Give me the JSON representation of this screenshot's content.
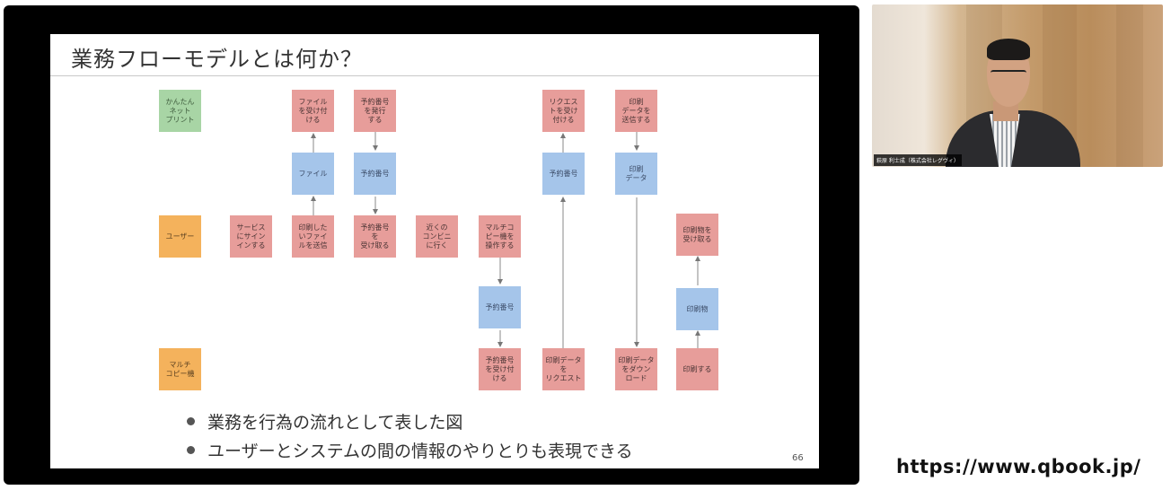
{
  "slide": {
    "title": "業務フローモデルとは何か？",
    "page_number": "66",
    "bullets": [
      "業務を行為の流れとして表した図",
      "ユーザーとシステムの間の情報のやりとりも表現できる"
    ],
    "lanes": {
      "system": "かんたん\nネット\nプリント",
      "user": "ユーザー",
      "copier": "マルチ\nコピー機"
    },
    "boxes": {
      "sys_accept_file": "ファイル\nを受け付\nける",
      "sys_issue_number": "予約番号\nを発行\nする",
      "sys_accept_request": "リクエス\nトを受け\n付ける",
      "sys_send_data": "印刷\nデータを\n送信する",
      "file": "ファイル",
      "number_1": "予約番号",
      "number_3": "予約番号",
      "print_data": "印刷\nデータ",
      "user_signin": "サービス\nにサイン\nインする",
      "user_send_file": "印刷した\nいファイ\nルを送信",
      "user_receive_number": "予約番号\nを\n受け取る",
      "user_go_store": "近くの\nコンビニ\nに行く",
      "user_operate_copier": "マルチコ\nピー機を\n操作する",
      "user_receive_print": "印刷物を\n受け取る",
      "number_2": "予約番号",
      "printed_matter": "印刷物",
      "copier_accept_number": "予約番号\nを受け付\nける",
      "copier_request_data": "印刷データ\nを\nリクエスト",
      "copier_download_data": "印刷データ\nをダウン\nロード",
      "copier_print": "印刷する"
    }
  },
  "webcam": {
    "name_label": "萩原 利士成（株式会社レグヴィ）"
  },
  "footer": {
    "url": "https://www.qbook.jp/"
  }
}
